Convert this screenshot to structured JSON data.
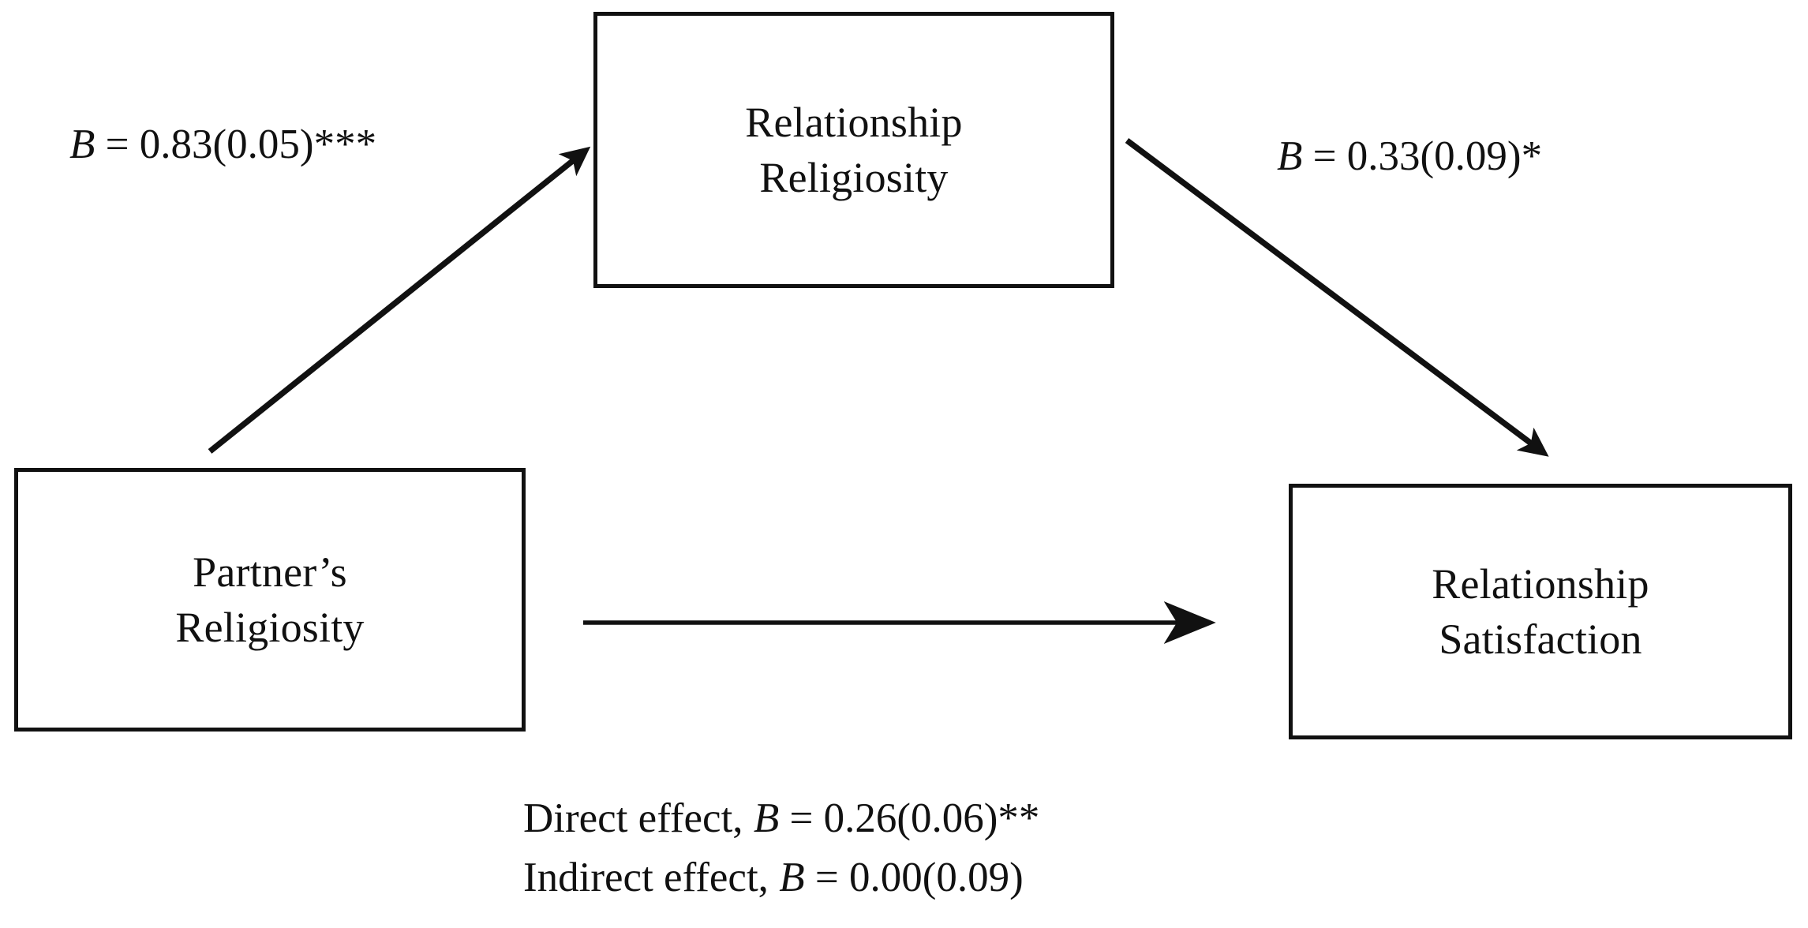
{
  "figure": {
    "type": "mediation-path-diagram",
    "background_color": "#ffffff",
    "line_color": "#111111"
  },
  "nodes": {
    "mediator": {
      "name": "mediator-box",
      "line1": "Relationship",
      "line2": "Religiosity"
    },
    "predictor": {
      "name": "predictor-box",
      "line1": "Partner’s",
      "line2": "Religiosity"
    },
    "outcome": {
      "name": "outcome-box",
      "line1": "Relationship",
      "line2": "Satisfaction"
    }
  },
  "paths": {
    "a_path": {
      "coefficient_italic": "B",
      "text": " = 0.83(0.05)***",
      "estimate": 0.83,
      "standard_error": 0.05,
      "significance": "***",
      "from": "predictor",
      "to": "mediator"
    },
    "b_path": {
      "coefficient_italic": "B",
      "text": " = 0.33(0.09)*",
      "estimate": 0.33,
      "standard_error": 0.09,
      "significance": "*",
      "from": "mediator",
      "to": "outcome"
    },
    "c_path": {
      "from": "predictor",
      "to": "outcome",
      "label": ""
    }
  },
  "effects": {
    "direct": {
      "prefix": "Direct effect, ",
      "coefficient_italic": "B",
      "text": " = 0.26(0.06)**",
      "estimate": 0.26,
      "standard_error": 0.06,
      "significance": "**"
    },
    "indirect": {
      "prefix": "Indirect effect, ",
      "coefficient_italic": "B",
      "text": " = 0.00(0.09)",
      "estimate": 0.0,
      "standard_error": 0.09,
      "significance": ""
    }
  },
  "chart_data": {
    "type": "diagram",
    "title": "",
    "nodes": [
      "Partner’s Religiosity",
      "Relationship Religiosity",
      "Relationship Satisfaction"
    ],
    "edges": [
      {
        "from": "Partner’s Religiosity",
        "to": "Relationship Religiosity",
        "label": "B = 0.83(0.05)***",
        "value": 0.83,
        "se": 0.05
      },
      {
        "from": "Relationship Religiosity",
        "to": "Relationship Satisfaction",
        "label": "B = 0.33(0.09)*",
        "value": 0.33,
        "se": 0.09
      },
      {
        "from": "Partner’s Religiosity",
        "to": "Relationship Satisfaction",
        "label": "",
        "value": 0.26,
        "se": 0.06
      }
    ],
    "annotations": [
      "Direct effect, B = 0.26(0.06)**",
      "Indirect effect, B = 0.00(0.09)"
    ]
  }
}
